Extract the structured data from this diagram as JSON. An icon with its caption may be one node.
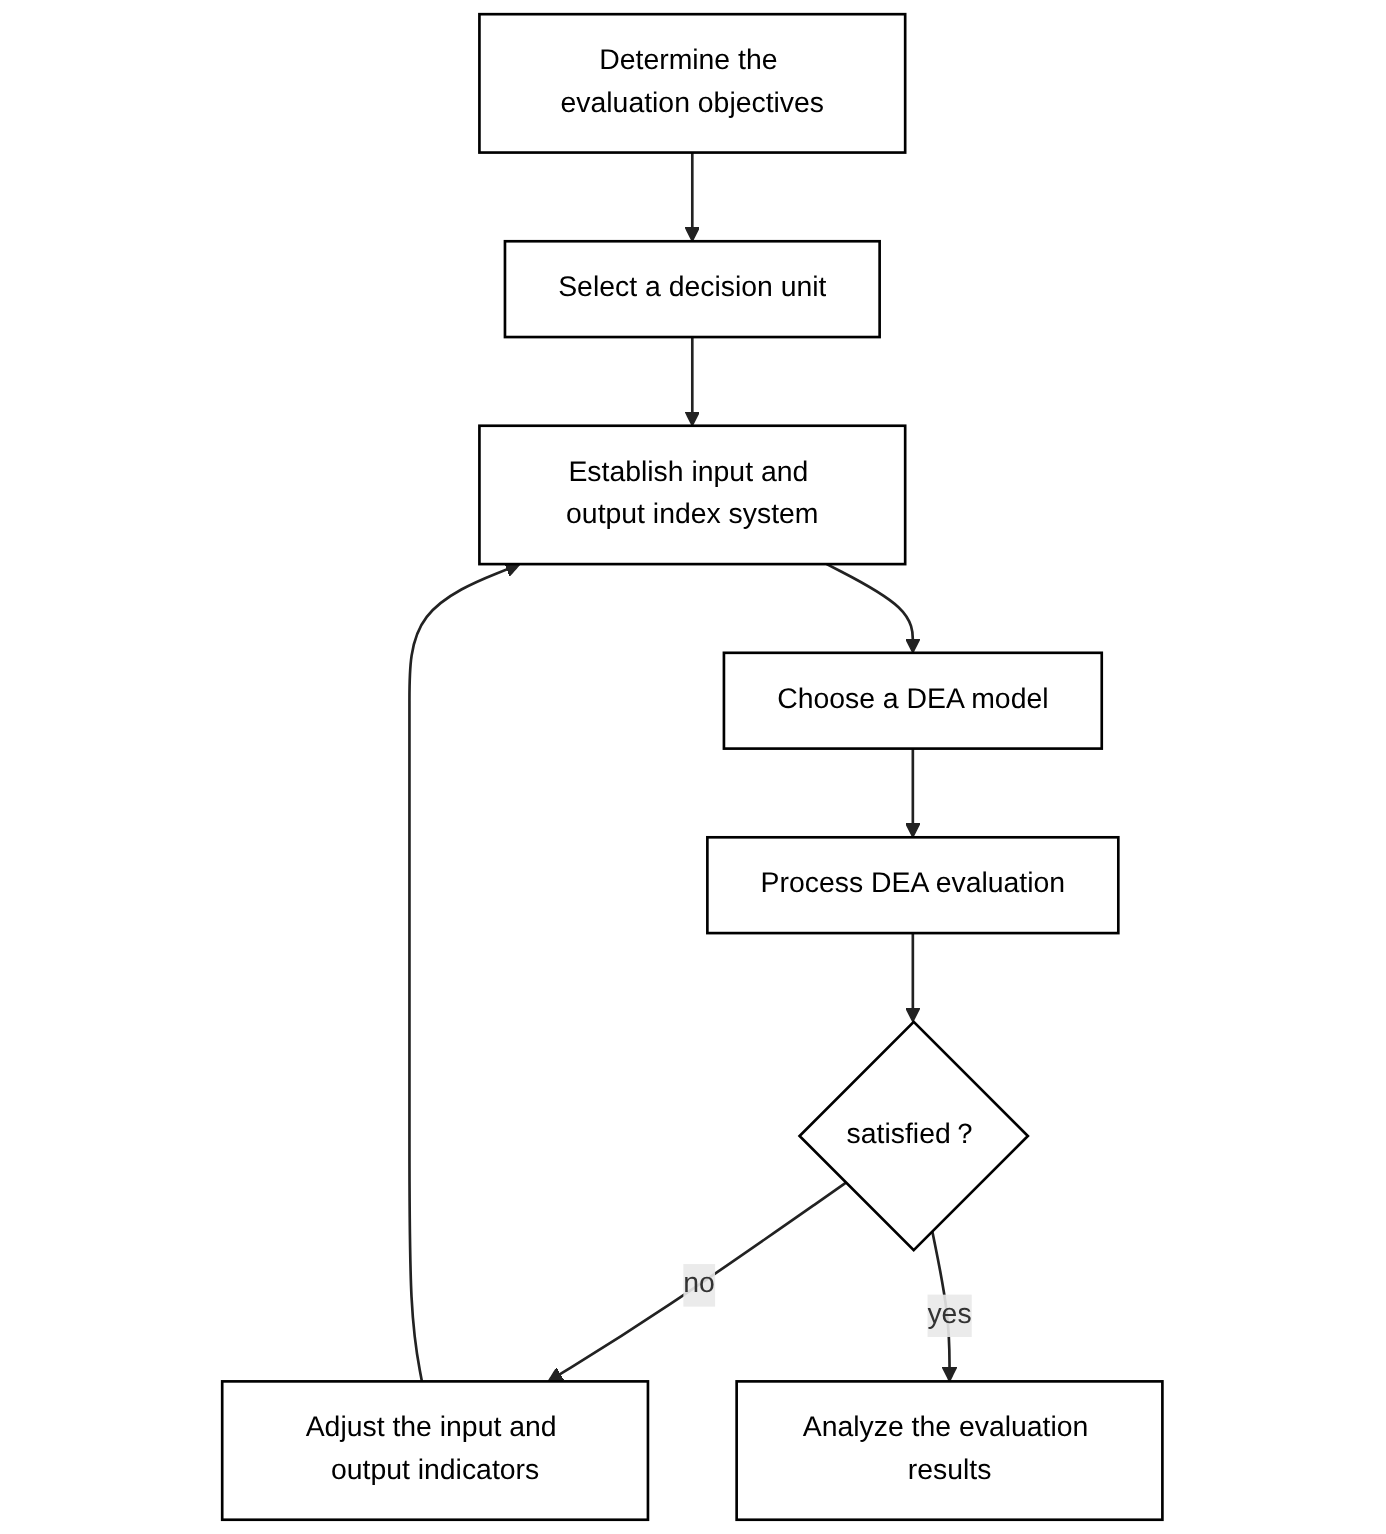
{
  "diagram": {
    "nodes": [
      {
        "text": [
          "Determine the evaluation objectives"
        ]
      },
      {
        "text": [
          "Select a decision unit"
        ]
      },
      {
        "text": [
          "Establish input and output index system"
        ]
      },
      {
        "text": [
          "Choose a DEA model"
        ]
      },
      {
        "text": [
          "Process DEA evaluation"
        ]
      },
      {
        "text": [
          "satisfied？"
        ]
      },
      {
        "text": [
          "Adjust the input and output indicators"
        ]
      },
      {
        "text": [
          "Analyze the evaluation results"
        ]
      }
    ],
    "edges": [
      {
        "from": 0,
        "to": 1,
        "arrow": "to"
      },
      {
        "from": 1,
        "to": 2,
        "arrow": "to"
      },
      {
        "from": 2,
        "to": 3,
        "arrow": "to"
      },
      {
        "from": 3,
        "to": 4,
        "arrow": "to"
      },
      {
        "from": 4,
        "to": 5,
        "arrow": "to"
      },
      {
        "from": 5,
        "to": 6,
        "label": "no",
        "arrow": "to"
      },
      {
        "from": 6,
        "to": 2,
        "arrow": "to"
      },
      {
        "from": 5,
        "to": 7,
        "label": "yes",
        "arrow": "to"
      }
    ]
  }
}
